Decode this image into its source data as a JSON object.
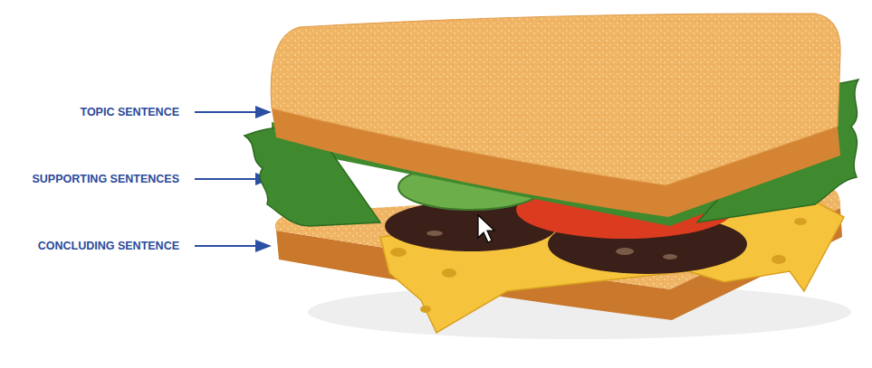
{
  "diagram": {
    "labels": [
      "TOPIC SENTENCE",
      "SUPPORTING SENTENCES",
      "CONCLUDING SENTENCE"
    ]
  }
}
